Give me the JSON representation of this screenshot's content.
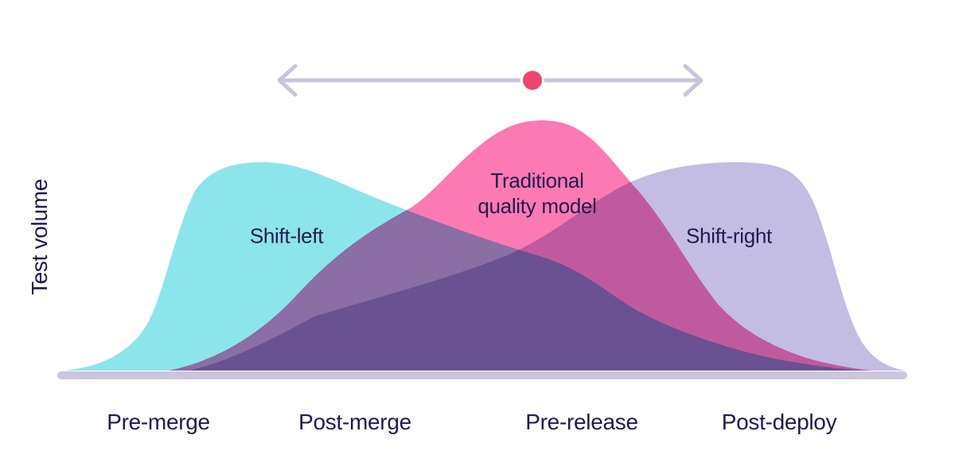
{
  "colors": {
    "cyan": "#8CE5EA",
    "pink": "#FB7AB3",
    "lavender": "#C3BCE3",
    "arrow": "#C9C3DC",
    "dot": "#F0456F",
    "baseline_bar": "#CBC5DD",
    "text": "#221A4E"
  },
  "y_axis": {
    "label": "Test volume"
  },
  "x_axis": {
    "labels": [
      "Pre-merge",
      "Post-merge",
      "Pre-release",
      "Post-deploy"
    ]
  },
  "curve_labels": {
    "shift_left": "Shift-left",
    "traditional_line1": "Traditional",
    "traditional_line2": "quality model",
    "shift_right": "Shift-right"
  },
  "chart_data": {
    "type": "area",
    "title": "",
    "xlabel": "",
    "ylabel": "Test volume",
    "categories": [
      "Pre-merge",
      "Post-merge",
      "Pre-release",
      "Post-deploy"
    ],
    "grid": false,
    "legend_position": "labels-inside-areas",
    "blend_mode": "multiply",
    "series": [
      {
        "name": "Shift-left",
        "color": "#8CE5EA",
        "peak_near": "Pre-merge",
        "peak_height": 0.83,
        "values_at_stages": [
          0.55,
          0.73,
          0.37,
          0.05
        ]
      },
      {
        "name": "Traditional quality model",
        "color": "#FB7AB3",
        "peak_near": "Pre-release",
        "peak_height": 1.0,
        "values_at_stages": [
          0.02,
          0.5,
          0.95,
          0.15
        ]
      },
      {
        "name": "Shift-right",
        "color": "#C3BCE3",
        "peak_near": "Post-deploy",
        "peak_height": 0.83,
        "values_at_stages": [
          0.01,
          0.25,
          0.6,
          0.83
        ]
      }
    ],
    "annotations": [
      {
        "type": "double-headed-arrow",
        "from_x_fraction": 0.29,
        "to_x_fraction": 0.74,
        "dot_x_fraction": 0.56,
        "dot_color": "#F0456F"
      }
    ]
  }
}
